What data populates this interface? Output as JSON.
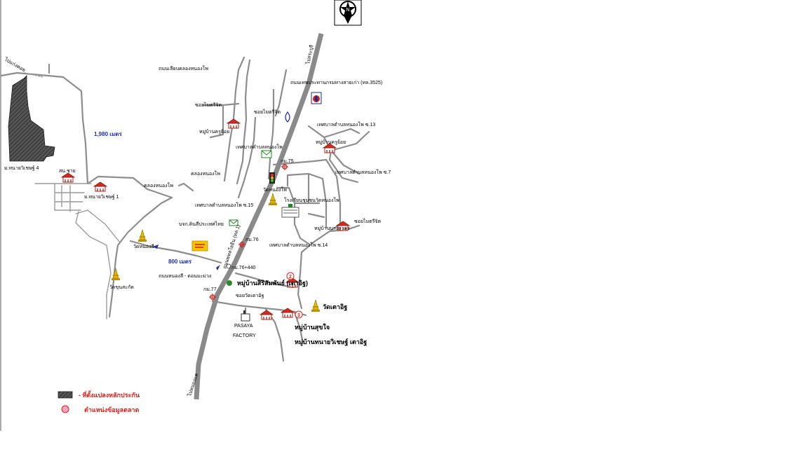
{
  "map": {
    "compass": {
      "letter": "N"
    },
    "labels": {
      "to_kaeng_khoi": "ไปแก่งคอย",
      "to_saraburi": "ไปสระบุรี",
      "to_nongkhae": "ไปหนองแค",
      "dist_1980": "1,980 เมตร",
      "dist_800": "800 เมตร",
      "village_4": "ม.ทนายวิเชษฐ์ 4",
      "police": "สน.ชาย",
      "village_1": "ม.ทนายวิเชษฐ์ 1",
      "canal_nongpho_w": "คลองหนองโพ",
      "canal_nongpho_e": "คลองหนองโพ",
      "road_canal": "ถนนเลียบคลองหนองโพ",
      "soi_mitrchit_1": "ซอยไมตรีจิต",
      "soi_mitrchit_2": "ซอยไมตรีจิต",
      "soi_mitrchit_3": "ซอยไมตรีจิต",
      "krusoi_village_w": "หมู่บ้านครูย้อย",
      "krusoi_village_e": "หมู่บ้านครูย้อย",
      "tessaban_nongpho": "เทศบาลตำบลหนองโพ",
      "tessaban_13": "เทศบาลตำบลหนองโพ ซ.13",
      "tessaban_7": "เทศบาลตำบลหนองโพ ซ.7",
      "tessaban_15": "เทศบาลตำบลหนองโพ ซ.15",
      "tessaban_14": "เทศบาลตำบลหนองโพ ซ.14",
      "road_3525": "ถนนเทพประทานกรมทางสายเก่า (ทล.3525)",
      "km75": "กม.75",
      "km76": "กม.76",
      "km76_440": "กม.76+440",
      "km77": "กม.77",
      "highway_name": "ถนนพหลโยธิน (ทล.1)",
      "wat_nongpho": "วัดหนองโพ",
      "school": "โรงเรียนชุมชนวัดหนองโพ",
      "thaipost": "บจก.ดินสีประเทศไทย",
      "wat_nongsi": "วัดหนองสี",
      "road_nongsi": "ถนนหนองสี - ดอนมะม่วง",
      "wat_khunsakhan": "วัดขุนสะกัด",
      "village_bangsakhorn": "หมู่บ้านบางสาคร",
      "village_sirisampan": "หมู่บ้านสิริสัมพันธ์ (เตาอิฐ)",
      "soi_tao_it": "ซอยวัดเตาอิฐ",
      "wat_tao_it": "วัดเตาอิฐ",
      "village_suchai": "หมู่บ้านสุขใจ",
      "village_tanai_tao": "หมู่บ้านทนายวิเชษฐ์ เตาอิฐ",
      "pasaya_1": "PASAYA",
      "pasaya_2": "FACTORY",
      "marker_2": "2",
      "marker_3": "3"
    },
    "legend": {
      "hatched": "- ที่ตั้งแปลงหลักประกัน",
      "circle": "ตำแหน่งข้อมูลตลาด"
    },
    "colors": {
      "road": "#8d8d8d",
      "highway": "#8a8a8a",
      "parcel": "#3a3a3a",
      "label_blue": "#1f2fb0",
      "legend_red": "#e0201a",
      "market_pink": "#f2a6c0"
    }
  }
}
